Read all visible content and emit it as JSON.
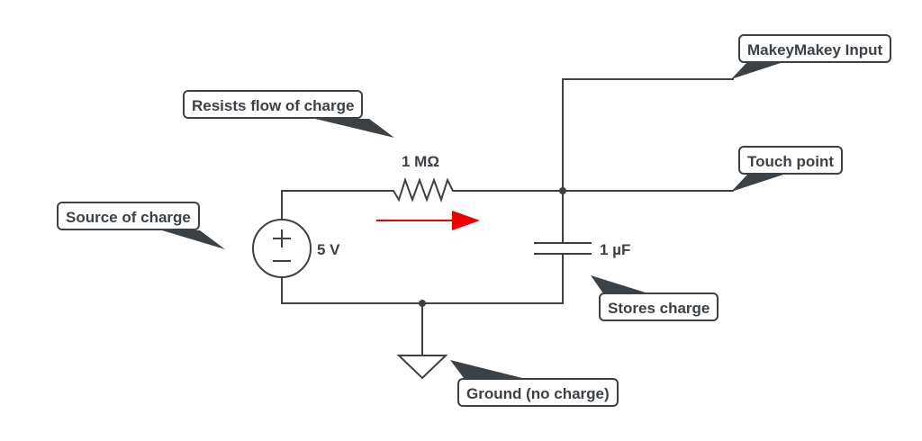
{
  "components": {
    "resistor": {
      "value": "1 MΩ"
    },
    "source": {
      "value": "5 V"
    },
    "capacitor": {
      "value": "1 µF"
    }
  },
  "callouts": {
    "source": "Source of charge",
    "resistor": "Resists flow of charge",
    "input": "MakeyMakey Input",
    "touch": "Touch point",
    "capacitor": "Stores charge",
    "ground": "Ground (no charge)"
  },
  "colors": {
    "wire": "#3c4146",
    "current_arrow": "#ee0000"
  }
}
